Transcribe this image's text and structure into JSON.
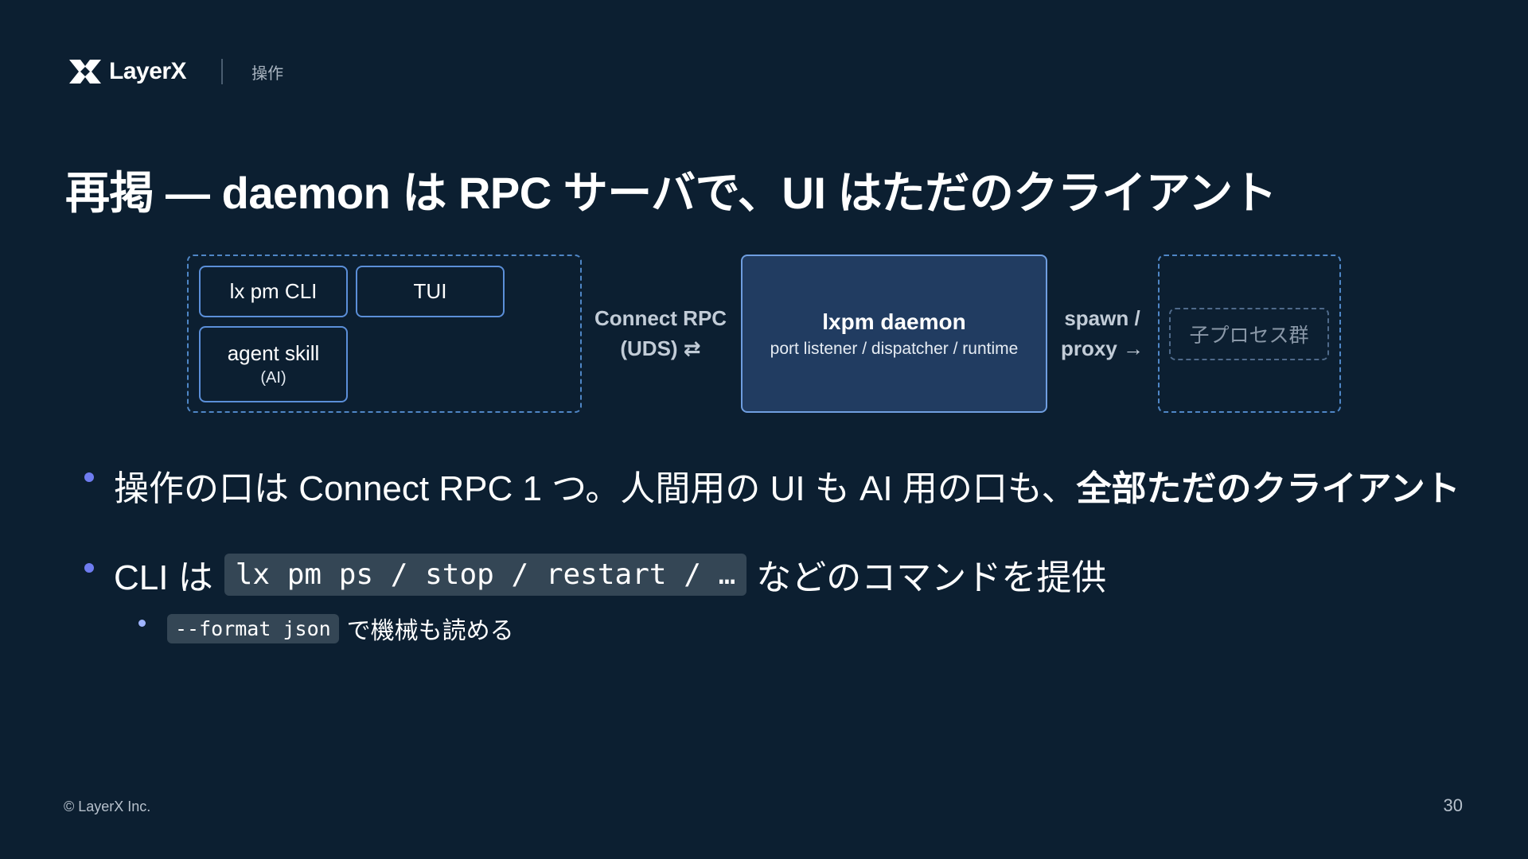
{
  "header": {
    "logo_text": "LayerX",
    "section": "操作"
  },
  "title": "再掲 — daemon は RPC サーバで、UI はただのクライアント",
  "diagram": {
    "clients": {
      "cli": "lx pm CLI",
      "tui": "TUI",
      "agent_skill": "agent skill",
      "agent_skill_sub": "(AI)"
    },
    "rpc_label_1": "Connect RPC",
    "rpc_label_2": "(UDS) ⇄",
    "daemon_title": "lxpm daemon",
    "daemon_sub": "port listener / dispatcher / runtime",
    "spawn_label_1": "spawn /",
    "spawn_label_2": "proxy →",
    "children": "子プロセス群"
  },
  "bullets": {
    "b1_text": "操作の口は Connect RPC 1 つ。人間用の UI も AI 用の口も、",
    "b1_bold": "全部ただのクライアント",
    "b2_prefix": "CLI は",
    "b2_code": "lx pm ps / stop / restart / …",
    "b2_suffix": "などのコマンドを提供",
    "b3_code": "--format json",
    "b3_text": "で機械も読める"
  },
  "footer": "© LayerX Inc.",
  "page_number": "30",
  "colors": {
    "background": "#0c1f31",
    "accent_border": "#5b8fd9",
    "daemon_fill": "#213c61",
    "bullet": "#6f7cf0",
    "code_bg": "#344655"
  }
}
